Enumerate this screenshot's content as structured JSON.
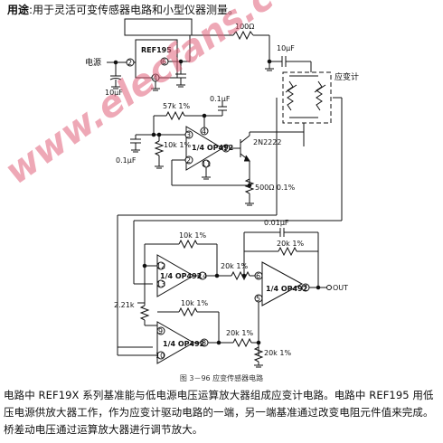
{
  "header": {
    "label": "用途",
    "text": ":用于灵活可变传感器电路和小型仪器测量。"
  },
  "watermark": "www.elecfans.com",
  "circuit": {
    "ref_ic": "REF195",
    "ref_pins": [
      "2",
      "6",
      "4"
    ],
    "supply_label": "电源",
    "c_supply": "10μF",
    "r_top": "100Ω",
    "c_top": "10μF",
    "strain_gauge": "应变计",
    "r_57k": "57k 1%",
    "c_01": "0.1μF",
    "c_01_left": "0.1μF",
    "r_10k_left": "10k 1%",
    "opamp": "1/4 OP492",
    "u1_pins": [
      "4",
      "3",
      "2",
      "11",
      "1"
    ],
    "transistor": "2N2222",
    "r_500": "500Ω 0.1%",
    "r_10k_top": "10k 1%",
    "c_001": "0.01μF",
    "r_20k_fb": "20k 1%",
    "u2_pins": [
      "12",
      "13",
      "14"
    ],
    "r_221": "2.21k",
    "r_20k_a": "20k 1%",
    "u4_pins": [
      "6",
      "5",
      "7"
    ],
    "out_label": "OUT",
    "r_10k_mid": "10k 1%",
    "u3_pins": [
      "9",
      "10",
      "8"
    ],
    "r_20k_b": "20k 1%",
    "r_20k_gnd": "20k 1%"
  },
  "caption": "图 3－96   应变传感器电路",
  "body": "电路中 REF19X 系列基准能与低电源电压运算放大器组成应变计电路。电路中 REF195 用低压电源供放大器工作，作为应变计驱动电路的一端，另一端基准通过改变电阻元件值来完成。桥差动电压通过运算放大器进行调节放大。"
}
